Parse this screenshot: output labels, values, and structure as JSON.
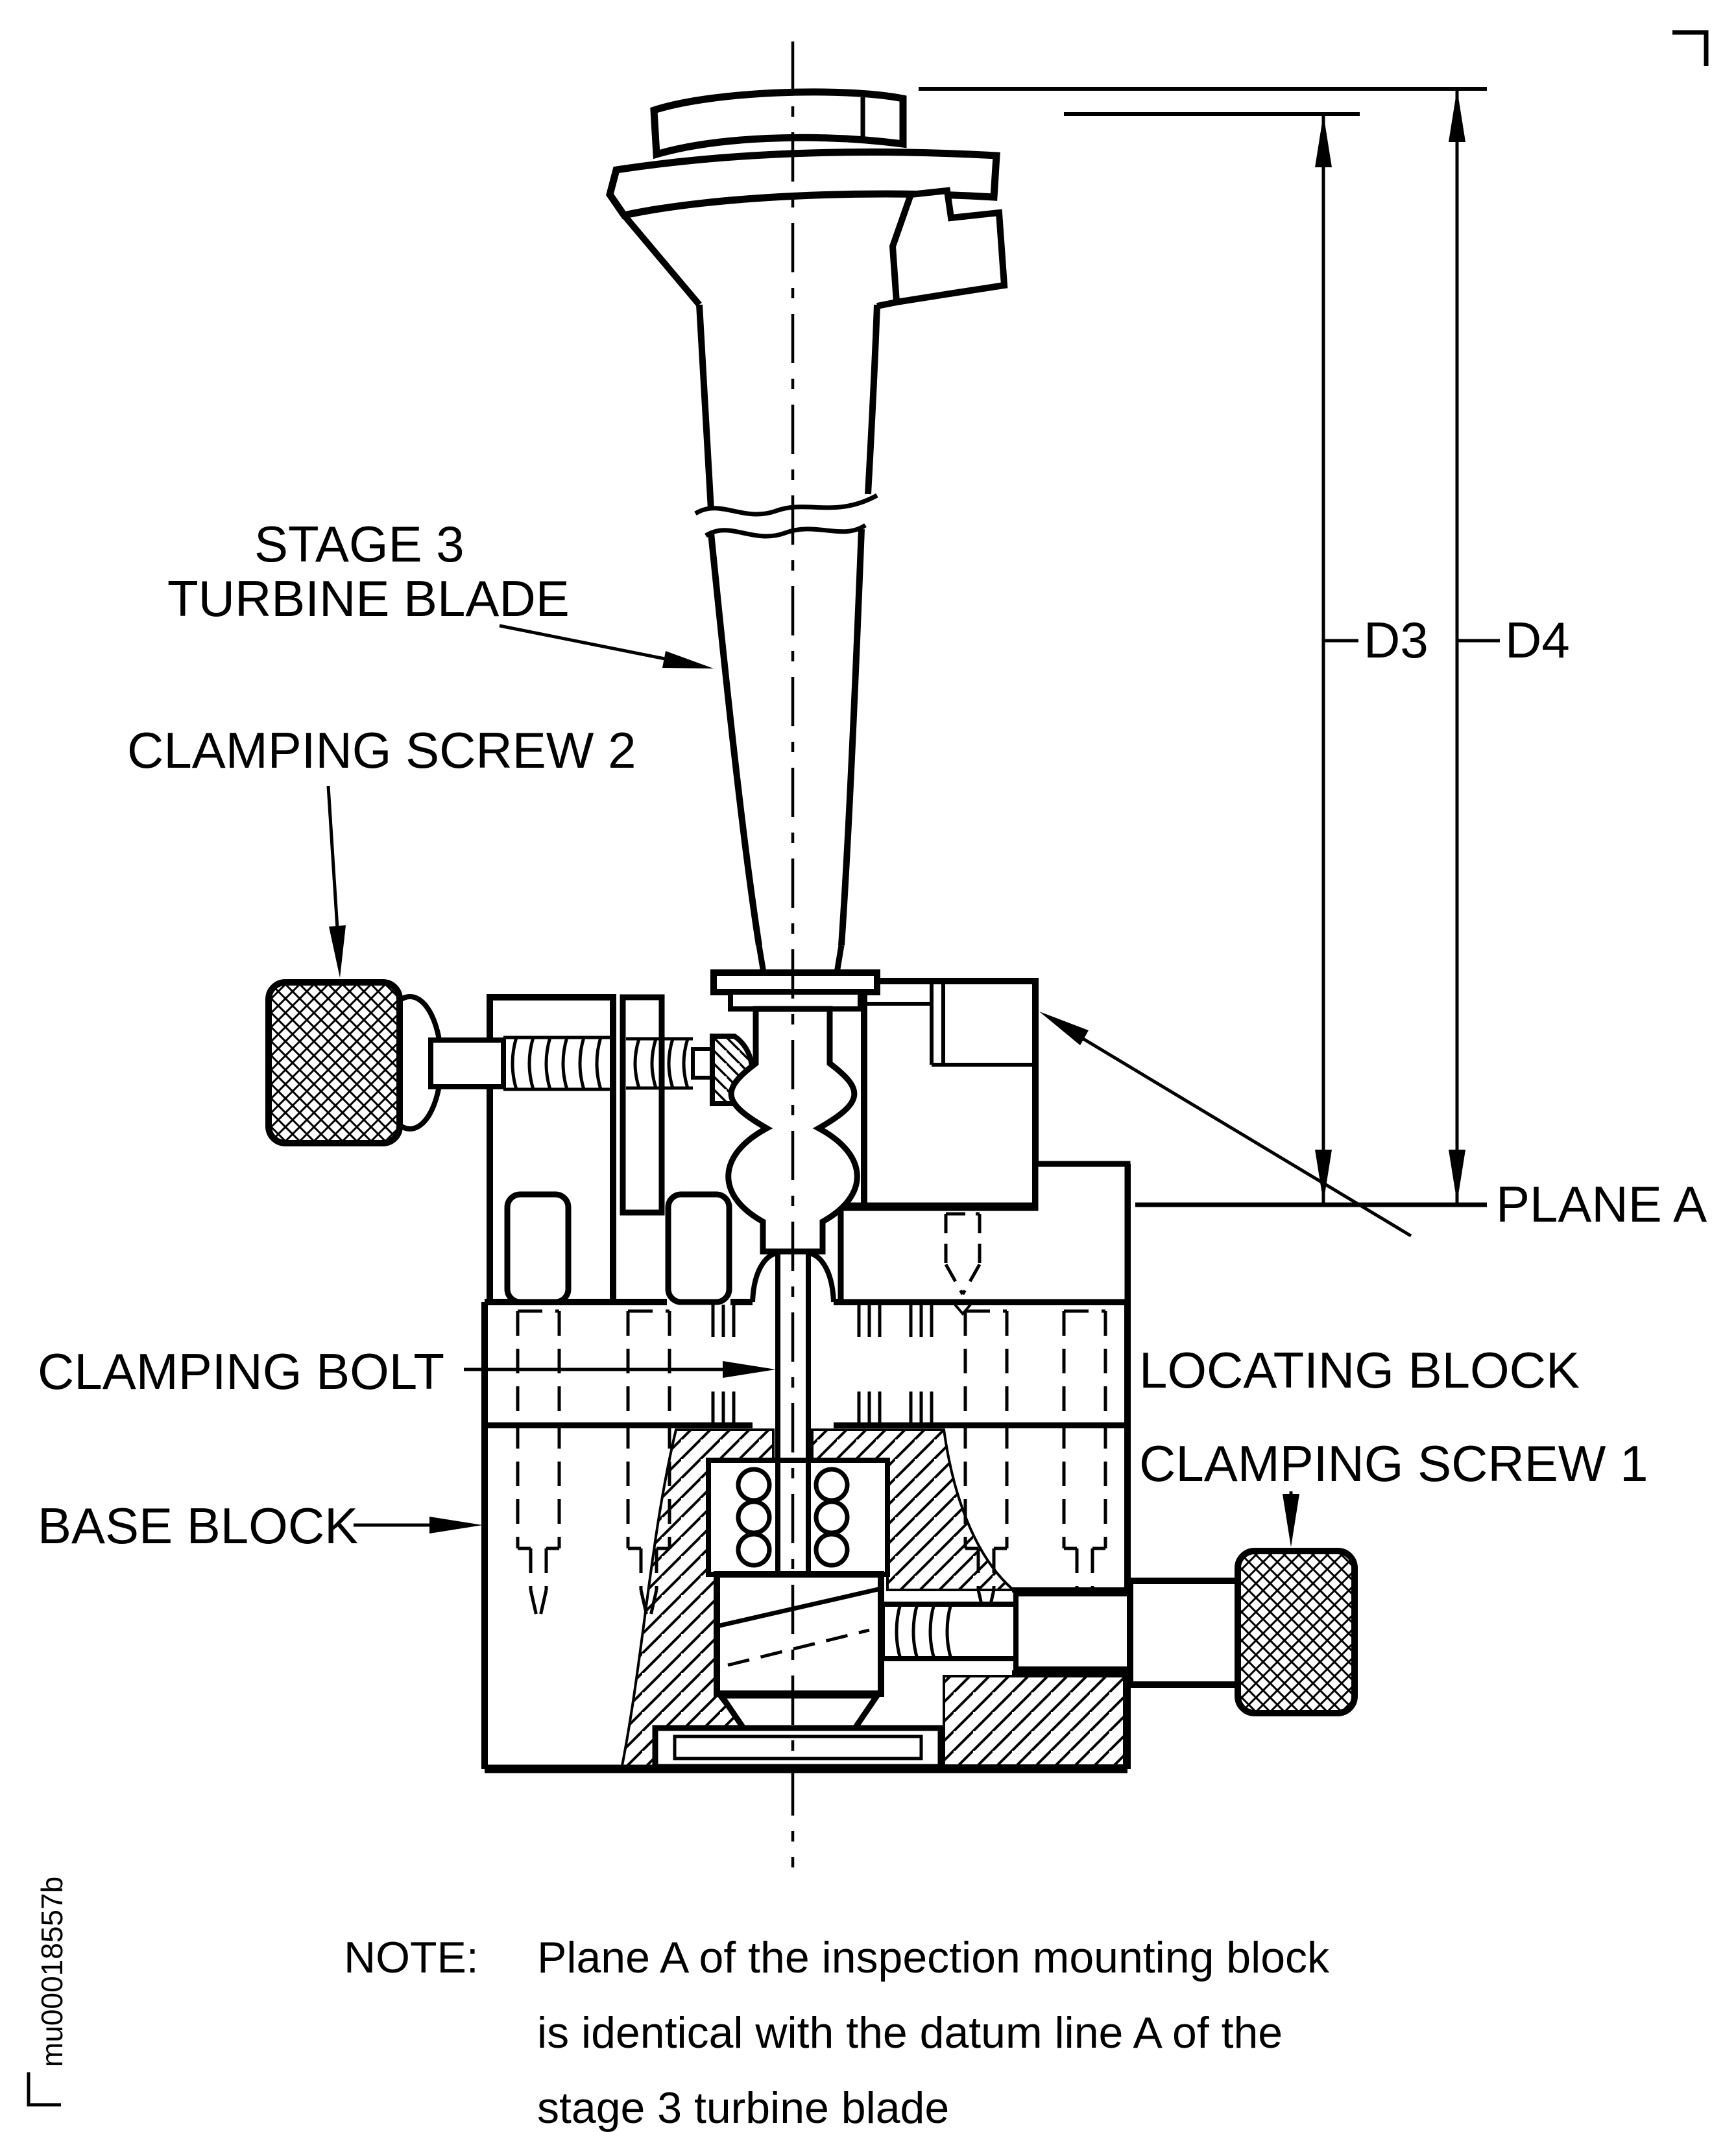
{
  "figure": {
    "id": "mu00018557b"
  },
  "labels": {
    "stage3_line1": "STAGE 3",
    "stage3_line2": "TURBINE BLADE",
    "clamping_screw_2": "CLAMPING SCREW 2",
    "clamping_bolt": "CLAMPING BOLT",
    "base_block": "BASE BLOCK",
    "locating_block": "LOCATING BLOCK",
    "clamping_screw_1": "CLAMPING SCREW 1",
    "plane_a": "PLANE A"
  },
  "dimensions": {
    "d3": "D3",
    "d4": "D4"
  },
  "note": {
    "heading": "NOTE:",
    "line1": "Plane A of the inspection mounting block",
    "line2": "is identical with the datum line A of the",
    "line3": "stage 3 turbine blade"
  },
  "colors": {
    "ink": "#000000",
    "paper": "#ffffff"
  }
}
